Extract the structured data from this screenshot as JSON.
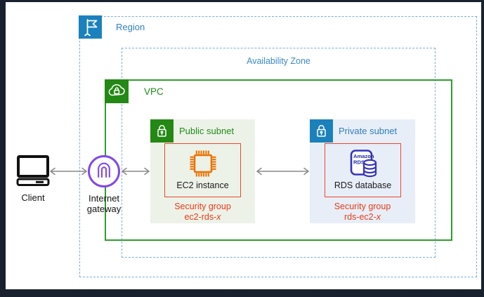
{
  "region": {
    "label": "Region"
  },
  "availability_zone": {
    "label": "Availability Zone"
  },
  "vpc": {
    "label": "VPC"
  },
  "public_subnet": {
    "label": "Public subnet",
    "node_label": "EC2 instance",
    "security_group": {
      "title": "Security group",
      "name_prefix": "ec2-rds-",
      "name_italic": "x"
    }
  },
  "private_subnet": {
    "label": "Private subnet",
    "node_label": "RDS database",
    "security_group": {
      "title": "Security group",
      "name_prefix": "rds-ec2-",
      "name_italic": "x"
    }
  },
  "client": {
    "label": "Client"
  },
  "internet_gateway": {
    "label_line1": "Internet",
    "label_line2": "gateway"
  },
  "rds_icon_text": {
    "line1": "Amazon",
    "line2": "RDS"
  },
  "icons": {
    "region": "flag-icon",
    "vpc": "cloud-lock-icon",
    "public_subnet": "lock-icon",
    "private_subnet": "lock-icon",
    "ec2": "chip-icon",
    "rds": "database-icon",
    "client": "computer-icon",
    "internet_gateway": "gateway-arch-icon"
  },
  "colors": {
    "frame": "#1a212e",
    "canvas": "#ffffff",
    "dashed_blue": "#79aedd",
    "aws_blue": "#1b81bc",
    "blue_label": "#2e7fbf",
    "aws_green": "#248814",
    "vpc_border": "#2f9e2c",
    "public_subnet_bg": "#edf2e8",
    "private_subnet_bg": "#e8eef7",
    "security_group_red": "#e8492c",
    "ec2_orange": "#ed7100",
    "rds_indigo": "#3334b9",
    "igw_purple": "#8247e5",
    "arrow_gray": "#8a8a8a"
  }
}
